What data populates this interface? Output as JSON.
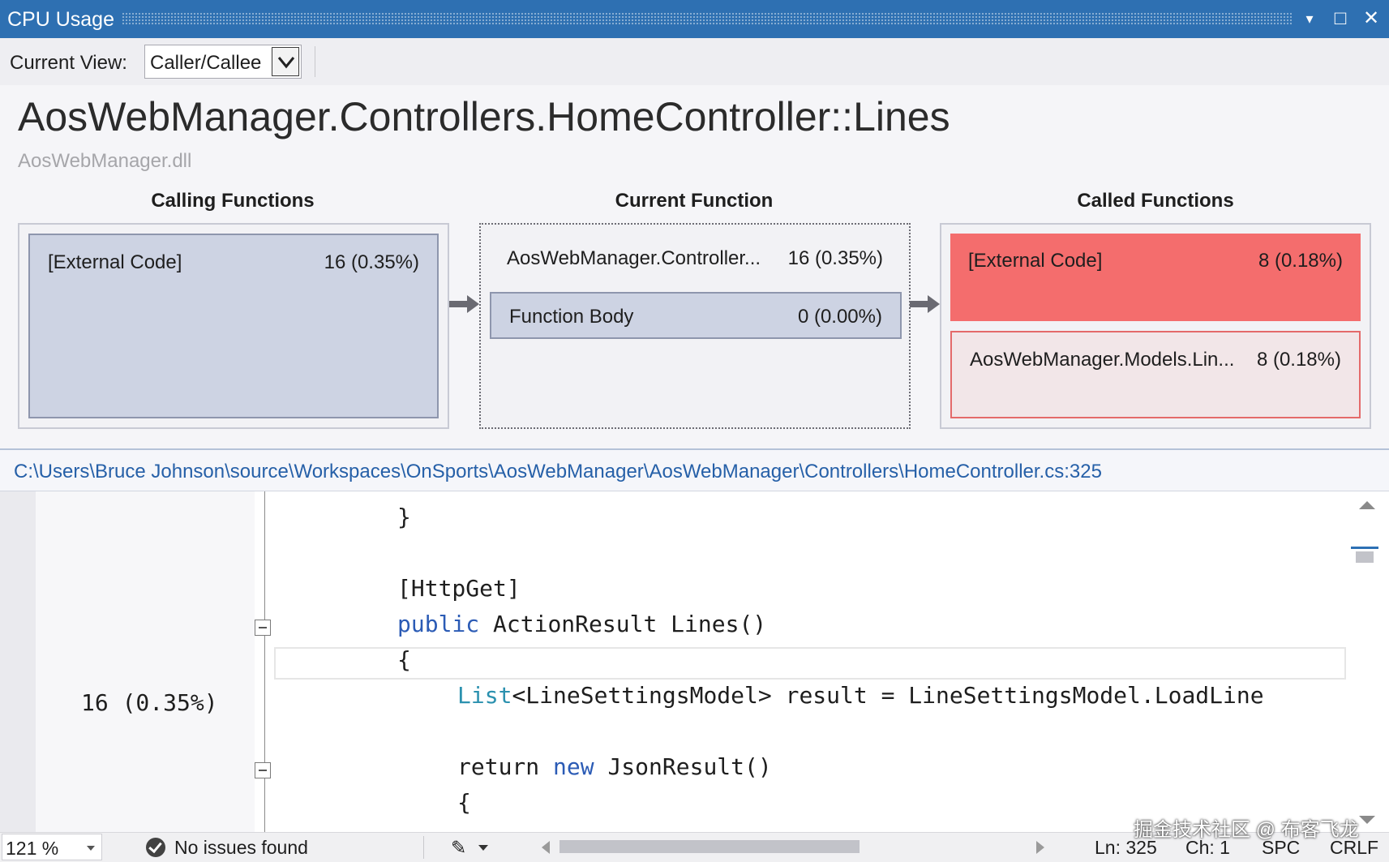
{
  "window": {
    "title": "CPU Usage",
    "controls": {
      "minimize": "▾",
      "maximize": "□",
      "close": "✕"
    }
  },
  "toolbar": {
    "current_view_label": "Current View:",
    "current_view_value": "Caller/Callee"
  },
  "function": {
    "name": "AosWebManager.Controllers.HomeController::Lines",
    "module": "AosWebManager.dll"
  },
  "columns": {
    "calling": "Calling Functions",
    "current": "Current Function",
    "called": "Called Functions"
  },
  "calling_functions": [
    {
      "name": "[External Code]",
      "value": "16 (0.35%)"
    }
  ],
  "current_function": {
    "name": "AosWebManager.Controller...",
    "value": "16 (0.35%)",
    "body_name": "Function Body",
    "body_value": "0 (0.00%)"
  },
  "called_functions": [
    {
      "name": "[External Code]",
      "value": "8 (0.18%)"
    },
    {
      "name": "AosWebManager.Models.Lin...",
      "value": "8 (0.18%)"
    }
  ],
  "colors": {
    "title_bar": "#2e70b2",
    "calling_box": "#cdd3e3",
    "hot_called": "#f46d6d",
    "called_light": "#f2e6e8",
    "keyword": "#2b5bb5",
    "type": "#2b91af"
  },
  "source": {
    "path": "C:\\Users\\Bruce Johnson\\source\\Workspaces\\OnSports\\AosWebManager\\AosWebManager\\Controllers\\HomeController.cs:325",
    "hot_line_value": "16 (0.35%)",
    "lines": {
      "close_brace": "}",
      "attribute": "[HttpGet]",
      "kw_public": "public",
      "method_sig": " ActionResult Lines()",
      "open_brace": "{",
      "type_list": "List",
      "statement": "<LineSettingsModel> result = LineSettingsModel.LoadLine",
      "kw_return": "return",
      "kw_new": "new",
      "json_result": " JsonResult()",
      "inner_brace": "{"
    }
  },
  "status_bar": {
    "zoom": "121 %",
    "issues": "No issues found",
    "ln": "Ln: 325",
    "ch": "Ch: 1",
    "spc": "SPC",
    "crlf": "CRLF",
    "watermark": "掘金技术社区 @ 布客飞龙"
  }
}
